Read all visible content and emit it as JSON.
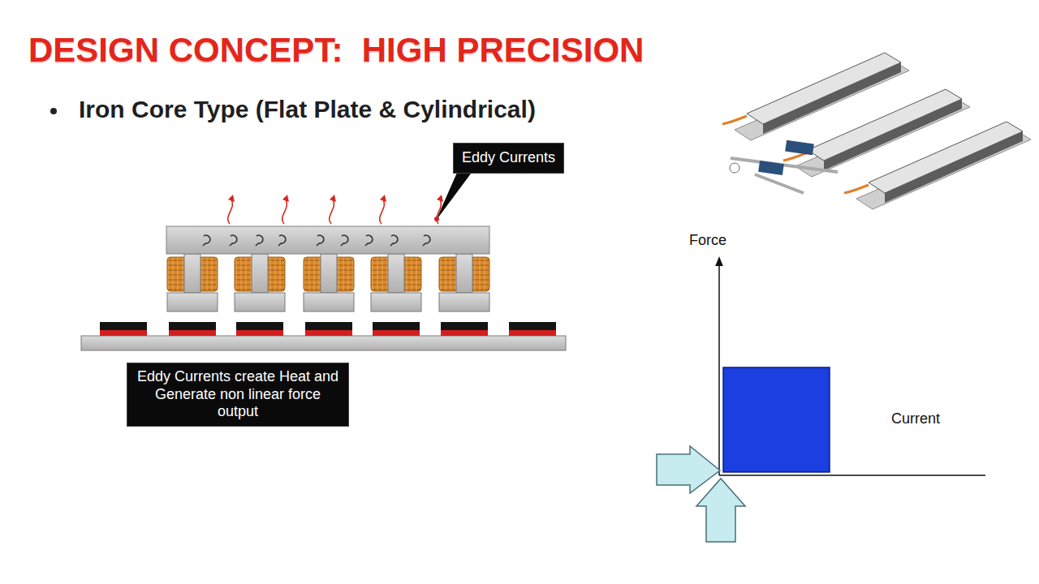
{
  "diagram": {
    "title": "DESIGN CONCEPT:  HIGH PRECISION",
    "nodes": [
      {
        "text": [
          "Eddy Currents"
        ]
      },
      {
        "text": [
          "Eddy Currents create Heat and Generate non linear force output"
        ]
      }
    ],
    "labels": [
      "Iron Core Type (Flat Plate & Cylindrical)",
      "Force",
      "Current"
    ]
  }
}
